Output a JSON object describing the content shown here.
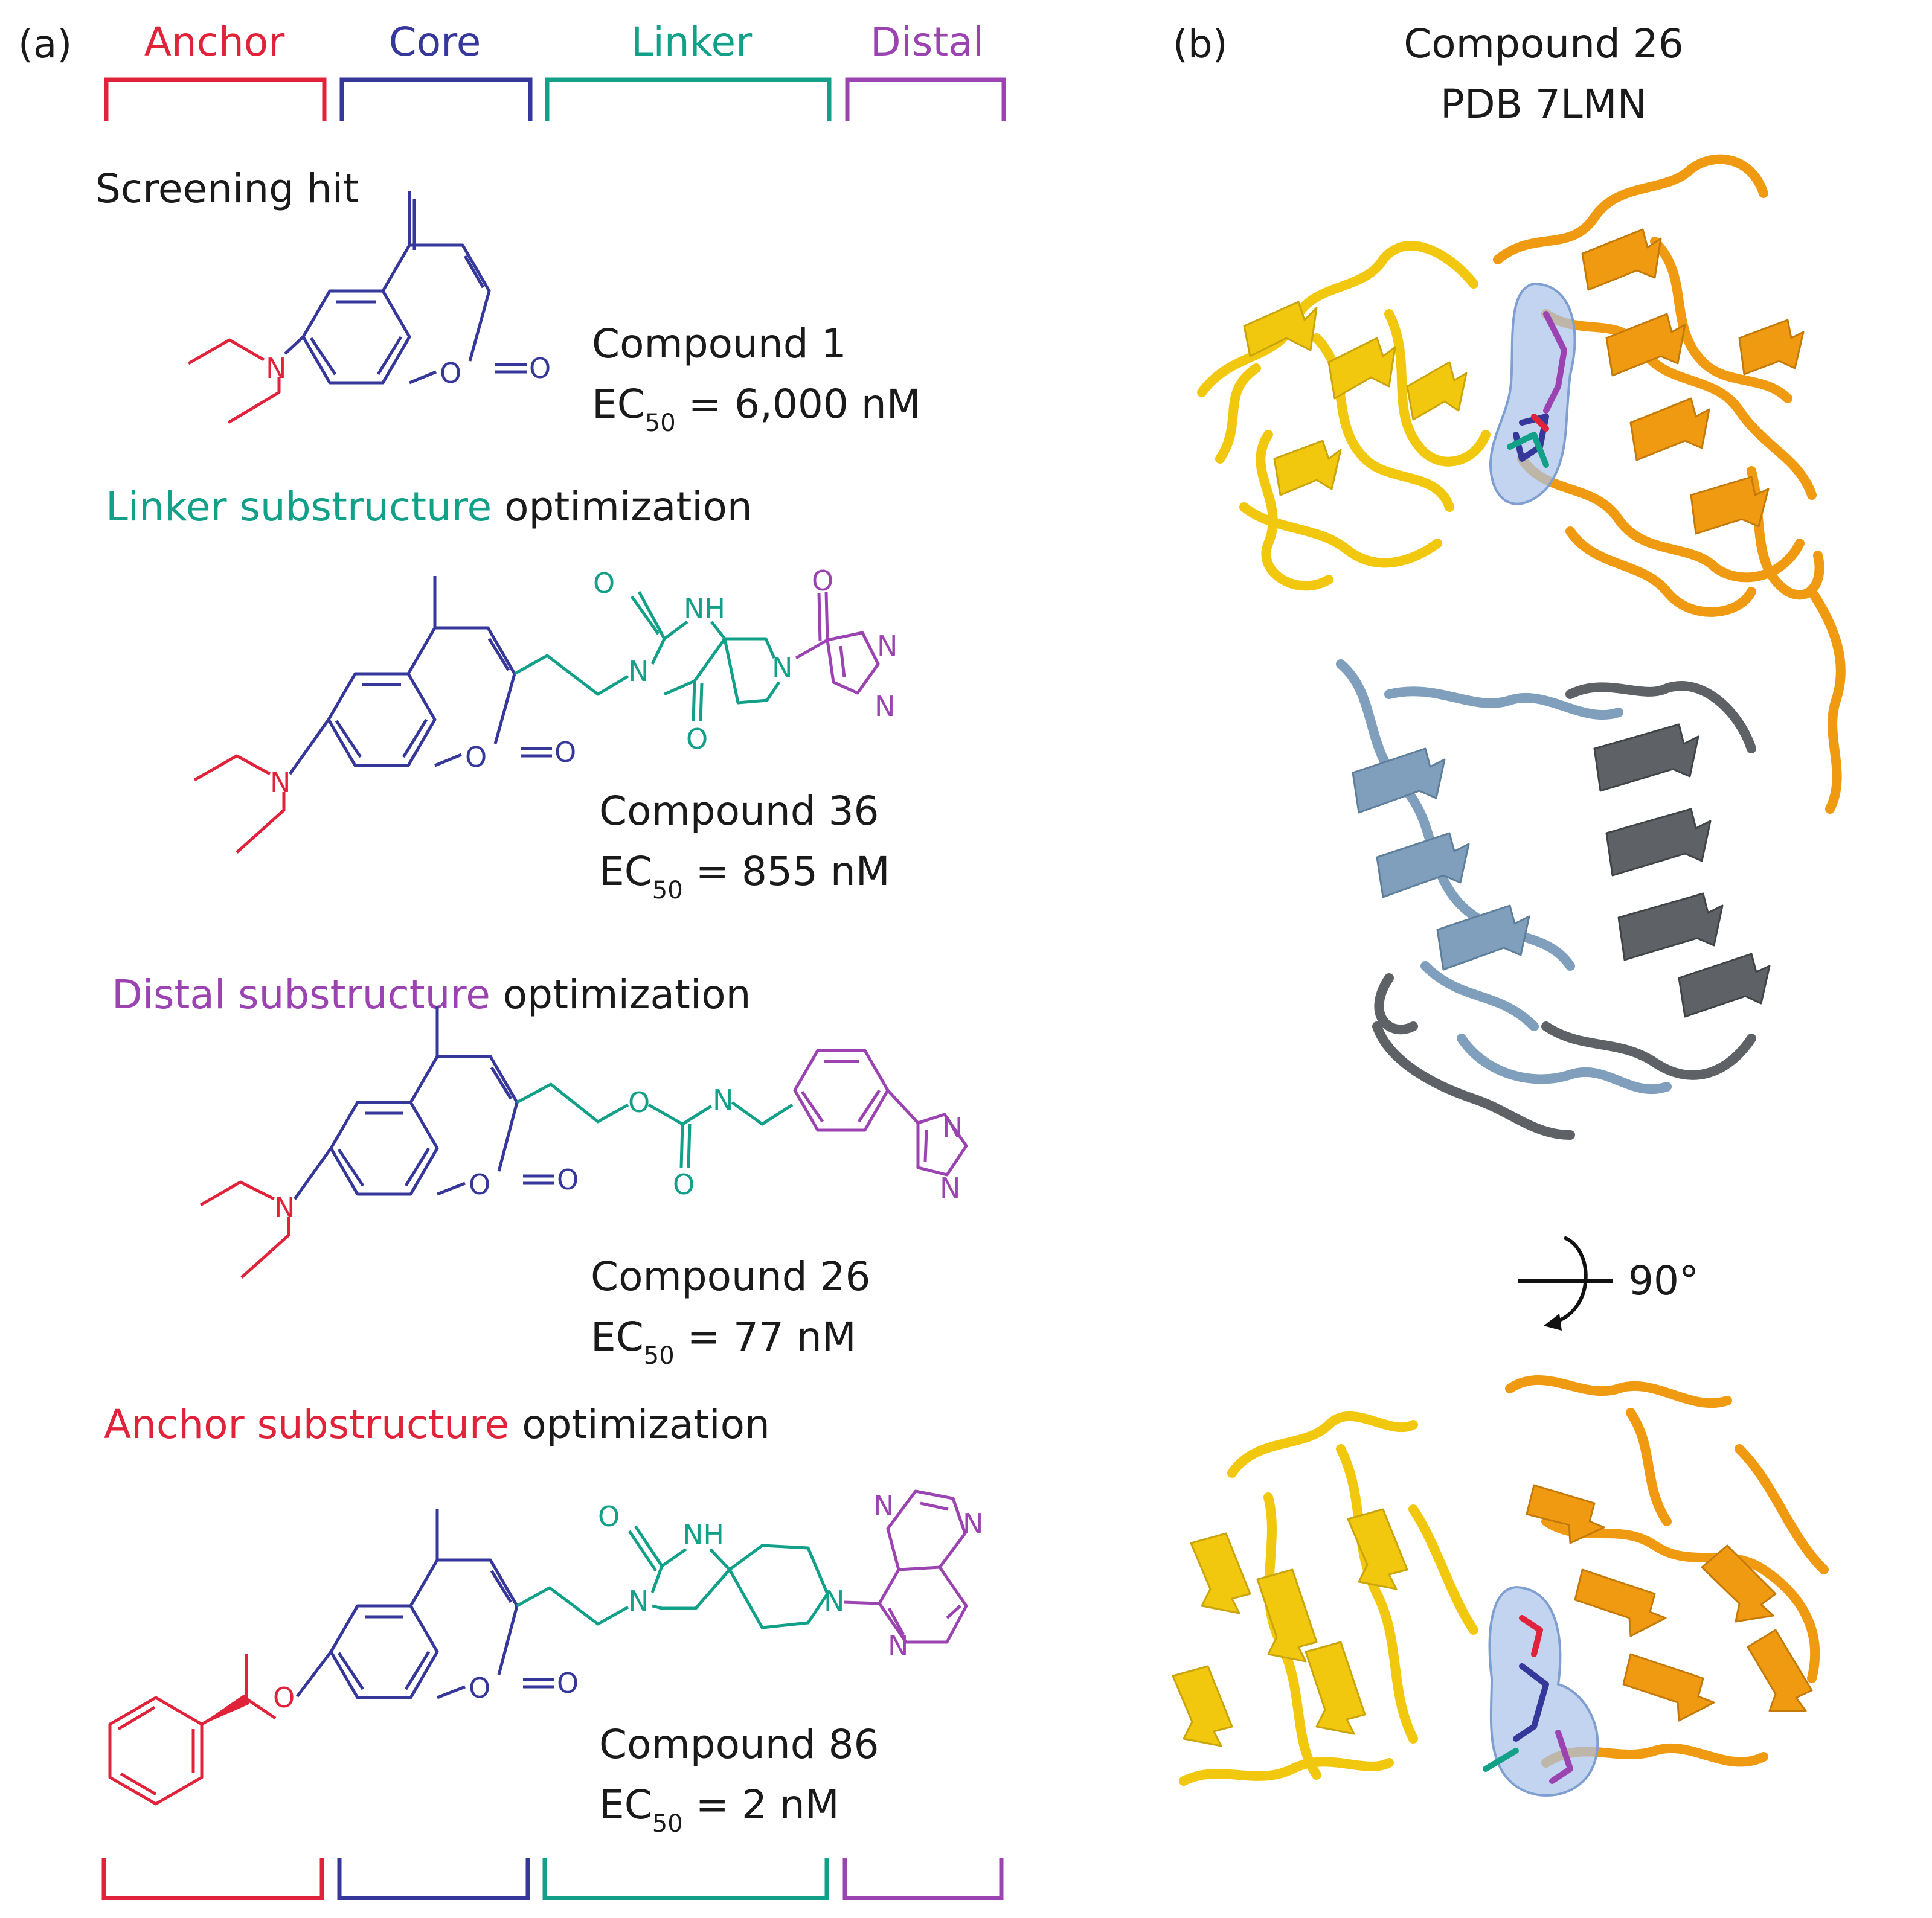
{
  "panel_a": {
    "label": "(a)",
    "headers": {
      "anchor": "Anchor",
      "core": "Core",
      "linker": "Linker",
      "distal": "Distal"
    },
    "section_hit": "Screening hit",
    "section_linker": {
      "highlight": "Linker substructure",
      "rest": " optimization"
    },
    "section_distal": {
      "highlight": "Distal substructure",
      "rest": " optimization"
    },
    "section_anchor": {
      "highlight": "Anchor substructure",
      "rest": " optimization"
    },
    "compounds": [
      {
        "name": "Compound 1",
        "ec_prefix": "EC",
        "ec_sub": "50",
        "ec_value": " = 6,000 nM"
      },
      {
        "name": "Compound 36",
        "ec_prefix": "EC",
        "ec_sub": "50",
        "ec_value": " = 855 nM"
      },
      {
        "name": "Compound 26",
        "ec_prefix": "EC",
        "ec_sub": "50",
        "ec_value": " = 77 nM"
      },
      {
        "name": "Compound 86",
        "ec_prefix": "EC",
        "ec_sub": "50",
        "ec_value": " = 2 nM"
      }
    ],
    "atoms": {
      "n": "N",
      "o": "O",
      "nh": "NH"
    }
  },
  "panel_b": {
    "label": "(b)",
    "title_line1": "Compound 26",
    "title_line2": "PDB 7LMN",
    "rotation": "90°"
  },
  "colors": {
    "anchor": "#e0233a",
    "core": "#36379a",
    "linker": "#12a088",
    "distal": "#9b44b1",
    "text": "#1a1a1a",
    "yellow": "#f2c80f",
    "orange": "#f09a11",
    "steel": "#7f9fbc",
    "gray": "#5e6266",
    "surface": "#a8c2e8"
  }
}
